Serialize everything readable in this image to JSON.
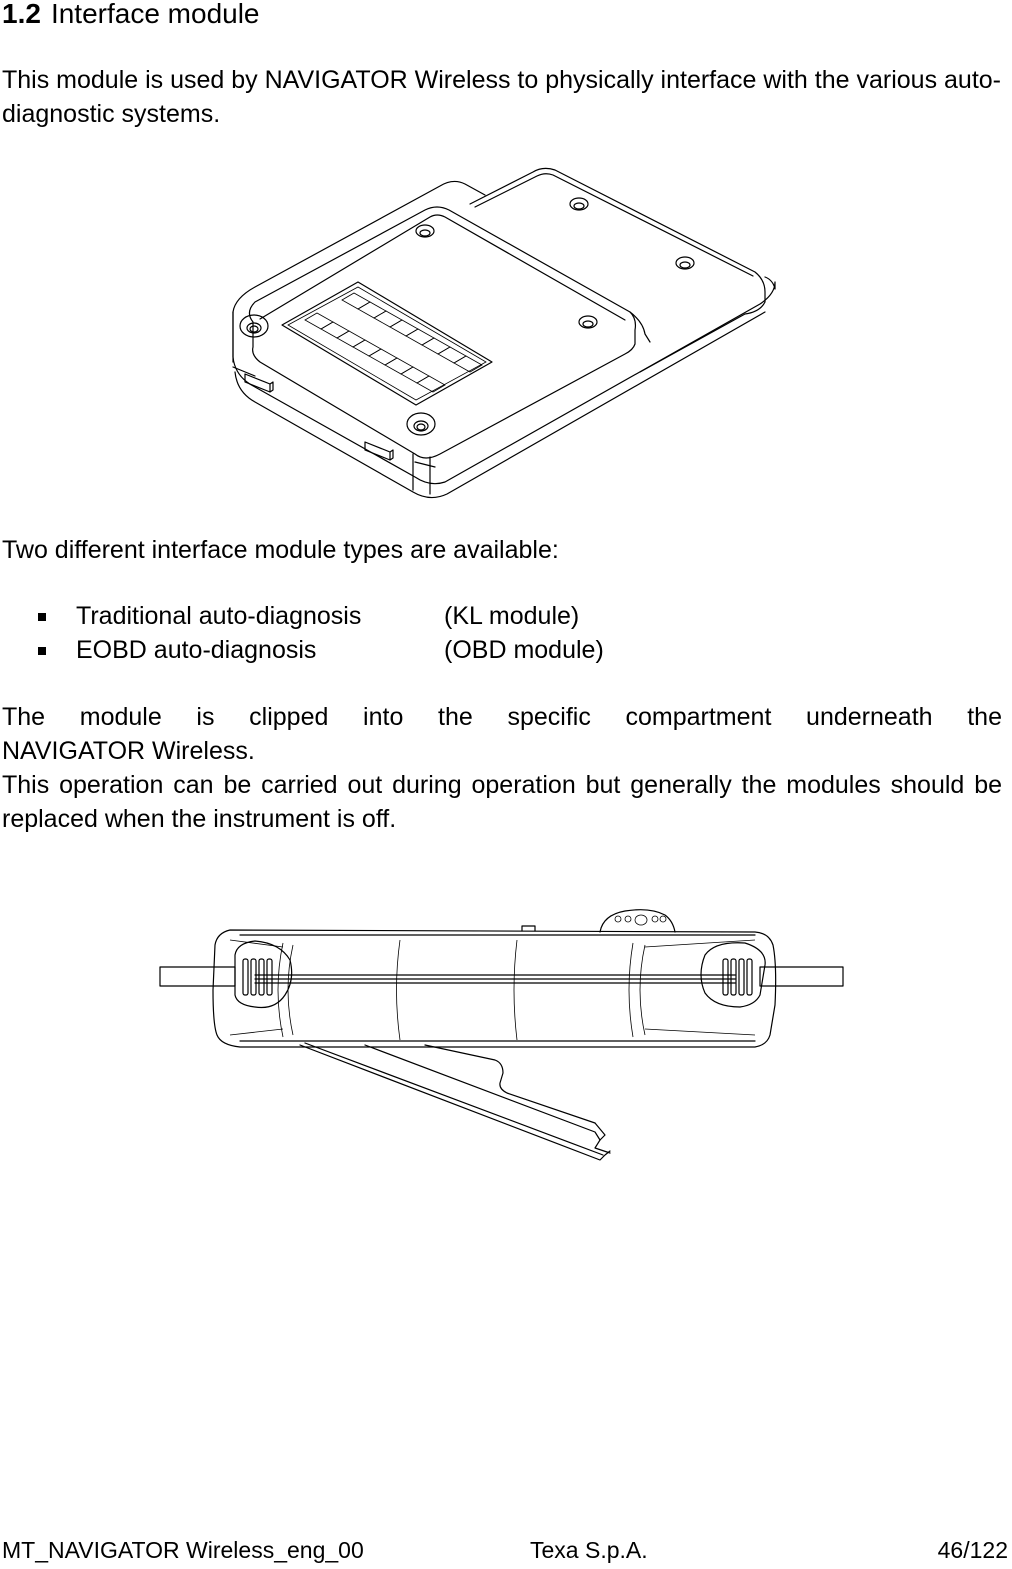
{
  "section": {
    "number": "1.2",
    "title": "Interface module"
  },
  "intro": "This module is used by NAVIGATOR Wireless to physically interface with the various auto-diagnostic systems.",
  "figure1": {
    "icon": "interface-module-illustration"
  },
  "types_intro": "Two different interface module types are available:",
  "module_types": [
    {
      "label": "Traditional auto-diagnosis",
      "module": "(KL module)"
    },
    {
      "label": "EOBD auto-diagnosis",
      "module": "(OBD module)"
    }
  ],
  "clip_line1": "The module is clipped into the specific compartment underneath the",
  "clip_line2": "NAVIGATOR Wireless.",
  "operation_text": "This operation can be carried out during operation but generally the modules should be replaced when the instrument is off.",
  "figure2": {
    "icon": "navigator-side-view-with-clip-illustration"
  },
  "footer": {
    "doc_id": "MT_NAVIGATOR Wireless_eng_00",
    "company": "Texa S.p.A.",
    "page": "46/122"
  }
}
